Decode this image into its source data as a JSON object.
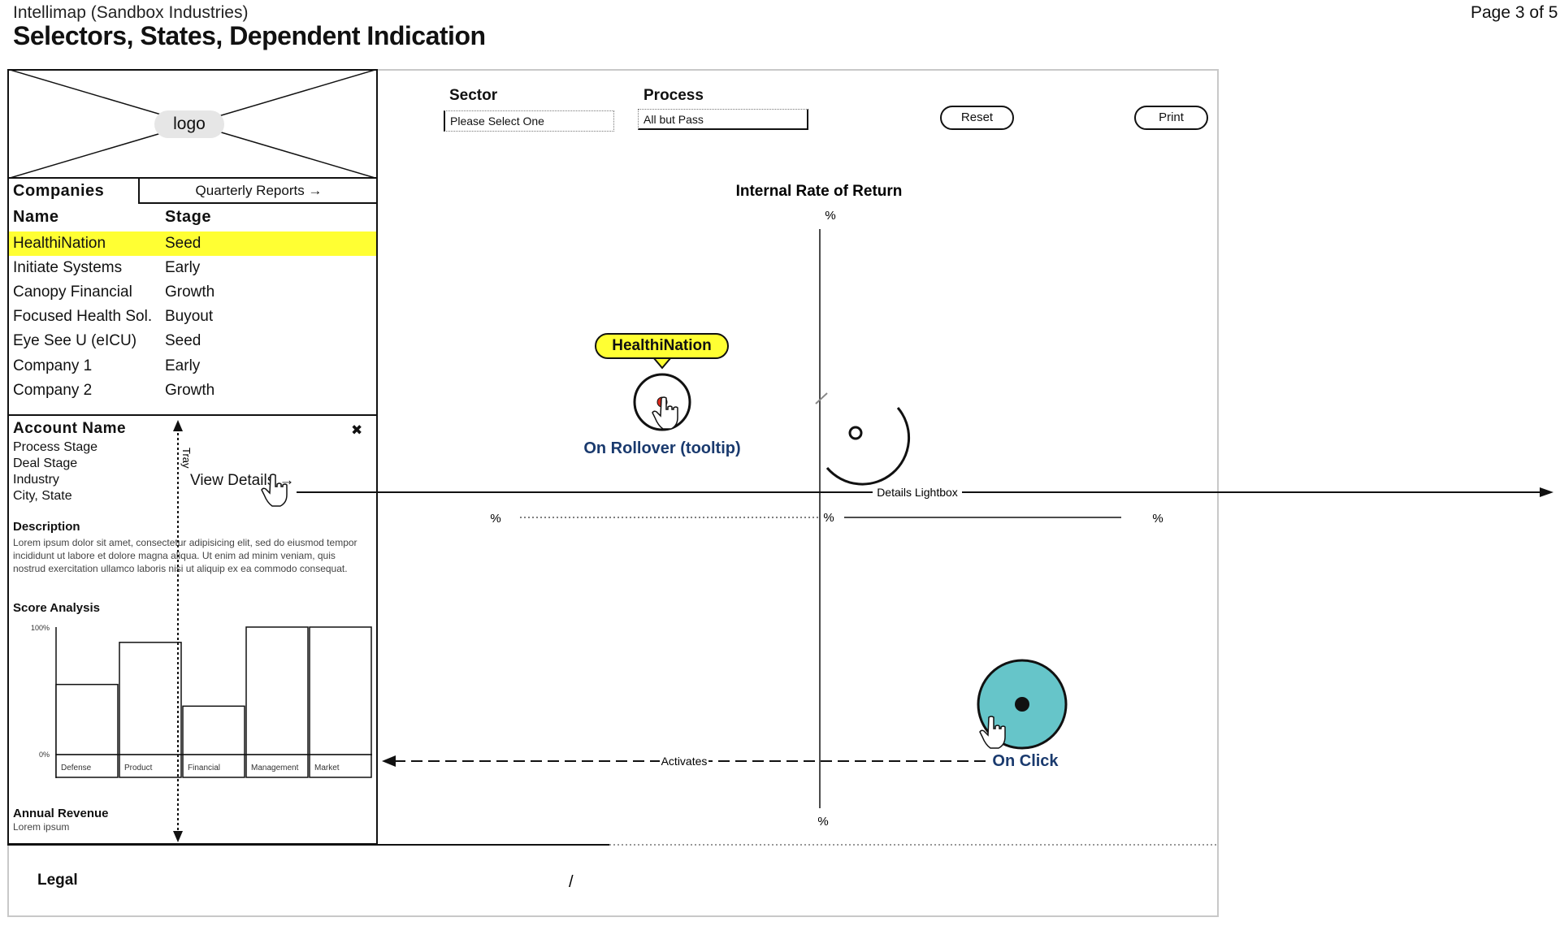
{
  "header": {
    "app": "Intellimap (Sandbox Industries)",
    "title": "Selectors, States, Dependent Indication",
    "page": "Page 3 of 5"
  },
  "logo": "logo",
  "tabs": {
    "companies": "Companies",
    "quarterly": "Quarterly Reports →"
  },
  "table": {
    "headers": [
      "Name",
      "Stage"
    ],
    "rows": [
      {
        "name": "HealthiNation",
        "stage": "Seed"
      },
      {
        "name": "Initiate Systems",
        "stage": "Early"
      },
      {
        "name": "Canopy Financial",
        "stage": "Growth"
      },
      {
        "name": "Focused Health Sol.",
        "stage": "Buyout"
      },
      {
        "name": "Eye See U (eICU)",
        "stage": "Seed"
      },
      {
        "name": "Company 1",
        "stage": "Early"
      },
      {
        "name": "Company 2",
        "stage": "Growth"
      }
    ]
  },
  "tray": {
    "account": "Account Name",
    "close": "✖",
    "lines": [
      "Process Stage",
      "Deal Stage",
      "Industry",
      "City, State"
    ],
    "tray_label": "Tray",
    "view_details": "View Details →",
    "description_h": "Description",
    "description": "Lorem ipsum dolor sit amet, consectetur adipisicing elit, sed do eiusmod tempor incididunt ut labore et dolore magna aliqua. Ut enim ad minim veniam, quis nostrud exercitation ullamco laboris nisi ut aliquip ex ea commodo consequat.",
    "score_h": "Score Analysis",
    "revenue_h": "Annual Revenue",
    "revenue": "Lorem ipsum"
  },
  "chart_data": {
    "type": "bar",
    "categories": [
      "Defense",
      "Product",
      "Financial",
      "Management",
      "Market"
    ],
    "values": [
      55,
      88,
      38,
      100,
      100
    ],
    "ylim": [
      0,
      100
    ],
    "ytick_labels": [
      "0%",
      "100%"
    ]
  },
  "filters": {
    "sector_label": "Sector",
    "sector_value": "Please Select One",
    "process_label": "Process",
    "process_value": "All but Pass",
    "reset": "Reset",
    "print": "Print"
  },
  "plot": {
    "title": "Internal Rate of Return",
    "pct": "%",
    "tooltip": "HealthiNation",
    "rollover_label": "On Rollover (tooltip)",
    "click_label": "On Click",
    "lightbox_label": "Details Lightbox",
    "activates_label": "Activates"
  },
  "footer": {
    "legal": "Legal"
  },
  "colors": {
    "highlight": "#ffff33",
    "bubble_click": "#66c5c9",
    "bubble_dot": "#d8291c",
    "label_blue": "#1a3a6e"
  }
}
